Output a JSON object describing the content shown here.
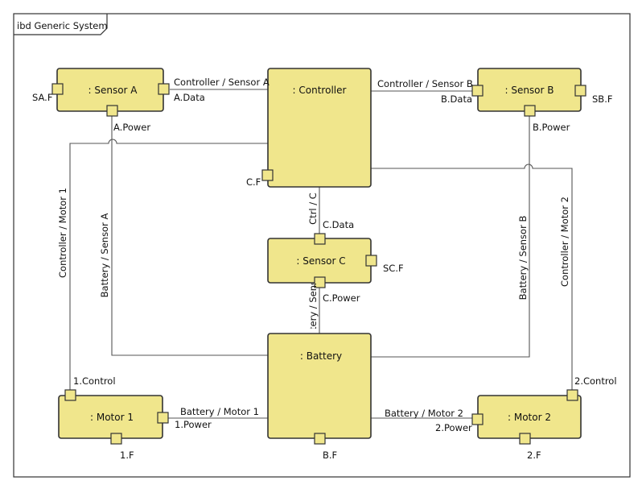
{
  "frame": {
    "title": "ibd Generic System"
  },
  "colors": {
    "block_fill": "#f0e68c",
    "block_stroke": "#333333",
    "line": "#555555"
  },
  "blocks": {
    "controller": ": Controller",
    "sensor_a": ": Sensor A",
    "sensor_b": ": Sensor B",
    "sensor_c": ": Sensor C",
    "battery": ": Battery",
    "motor1": ": Motor 1",
    "motor2": ": Motor 2"
  },
  "ports": {
    "sa_f": "SA.F",
    "a_data": "A.Data",
    "a_power": "A.Power",
    "b_data": "B.Data",
    "sb_f": "SB.F",
    "b_power": "B.Power",
    "c_f": "C.F",
    "c_data": "C.Data",
    "sc_f": "SC.F",
    "c_power": "C.Power",
    "control1": "1.Control",
    "power1": "1.Power",
    "f1": "1.F",
    "bf": "B.F",
    "control2": "2.Control",
    "power2": "2.Power",
    "f2": "2.F"
  },
  "connectors": {
    "ctrl_sensor_a": "Controller / Sensor A",
    "ctrl_sensor_b": "Controller / Sensor B",
    "ctrl_c": "Ctrl / C",
    "battery_sensor_c": "Battery / Sensor C",
    "controller_motor1": "Controller / Motor 1",
    "battery_sensor_a": "Battery / Sensor A",
    "battery_sensor_b": "Battery / Sensor B",
    "controller_motor2": "Controller / Motor 2",
    "battery_motor1": "Battery / Motor 1",
    "battery_motor2": "Battery / Motor 2"
  }
}
